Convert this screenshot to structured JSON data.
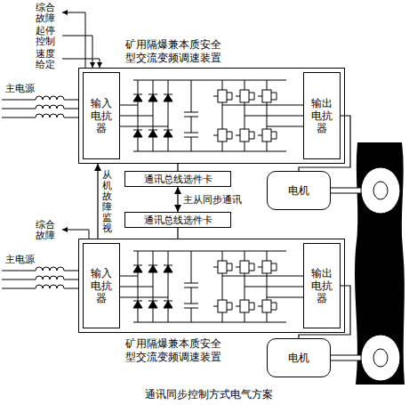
{
  "diagram": {
    "caption": "通讯同步控制方式电气方案",
    "nodes": [
      {
        "text": [
          "矿用隔爆兼本质安全型交流变频调速装置"
        ]
      },
      {
        "text": [
          "输入电抗器"
        ],
        "in": 0
      },
      {
        "text": [
          "输出电抗器"
        ],
        "in": 0
      },
      {
        "text": [
          "电机"
        ]
      },
      {
        "text": [
          "通讯总线选件卡"
        ]
      },
      {
        "text": [
          "通讯总线选件卡"
        ]
      },
      {
        "text": [
          "矿用隔爆兼本质安全型交流变频调速装置"
        ]
      },
      {
        "text": [
          "输入电抗器"
        ],
        "in": 6
      },
      {
        "text": [
          "输出电抗器"
        ],
        "in": 6
      },
      {
        "text": [
          "电机"
        ]
      }
    ],
    "edges": [
      {
        "from": 0,
        "to": 4,
        "arrow": "none"
      },
      {
        "from": 4,
        "to": 5,
        "arrow": "both",
        "label": "主从同步通讯"
      },
      {
        "from": 5,
        "to": 6,
        "arrow": "none"
      },
      {
        "from": 6,
        "to": 0,
        "arrow": "to",
        "label": "从机故障监视"
      },
      {
        "from": 2,
        "to": 3,
        "arrow": "none"
      },
      {
        "from": 8,
        "to": 9,
        "arrow": "none"
      }
    ],
    "labels": [
      "综合故障",
      "起停控制",
      "速度给定",
      "主电源",
      "综合故障",
      "主电源"
    ]
  }
}
